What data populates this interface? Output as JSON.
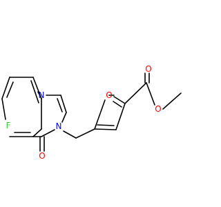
{
  "molecule": {
    "atoms": {
      "N1": {
        "symbol": "N",
        "color": "#0000ff"
      },
      "N3": {
        "symbol": "N",
        "color": "#0000ff"
      },
      "O4": {
        "symbol": "O",
        "color": "#ff0000"
      },
      "F": {
        "symbol": "F",
        "color": "#33cc33"
      },
      "Ofuran": {
        "symbol": "O",
        "color": "#ff0000"
      },
      "Ocarbonyl": {
        "symbol": "O",
        "color": "#ff0000"
      },
      "Oester": {
        "symbol": "O",
        "color": "#ff0000"
      }
    },
    "bond_color": "#000000"
  }
}
